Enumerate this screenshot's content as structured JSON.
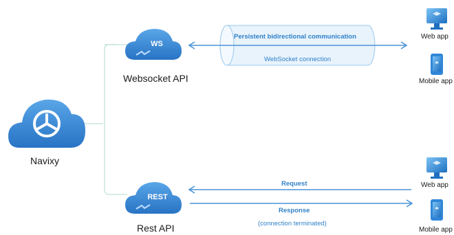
{
  "navixy": {
    "label": "Navixy"
  },
  "websocket_api": {
    "label": "Websocket API",
    "badge": "WS"
  },
  "rest_api": {
    "label": "Rest API",
    "badge": "REST"
  },
  "websocket_channel": {
    "title": "Persistent bidirectional communication",
    "subtitle": "WebSocket connection"
  },
  "rest_channel": {
    "request_label": "Request",
    "response_label": "Response",
    "note": "(connection terminated)"
  },
  "clients_top": {
    "web_label": "Web app",
    "mobile_label": "Mobile app"
  },
  "clients_bottom": {
    "web_label": "Web app",
    "mobile_label": "Mobile app"
  },
  "colors": {
    "cloud": "#2e7fd0",
    "cloud_light": "#5aa6e8",
    "arrow": "#4a93d8",
    "tube_fill": "#e8f3fc",
    "tube_stroke": "#9ac8ee",
    "connector": "#bfe0d8",
    "device": "#2f86d8"
  }
}
